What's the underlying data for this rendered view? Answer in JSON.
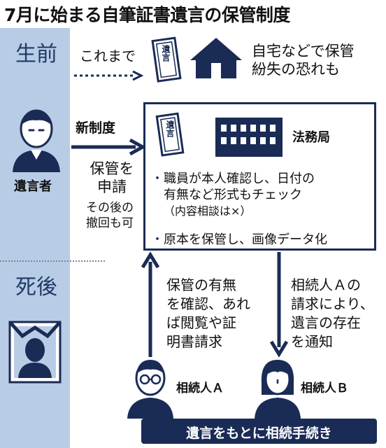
{
  "title": "7月に始まる自筆証書遺言の保管制度",
  "side_labels": {
    "before": "生前",
    "after": "死後"
  },
  "top_row": {
    "so_far": "これまで",
    "will_label": "遺言",
    "home_text_1": "自宅などで保管",
    "home_text_2": "紛失の恐れも"
  },
  "new_system": {
    "label": "新制度",
    "apply_1": "保管を",
    "apply_2": "申請",
    "withdraw_1": "その後の",
    "withdraw_2": "撤回も可"
  },
  "testator": "遺言者",
  "bureau_box": {
    "will_label": "遺言",
    "bureau": "法務局",
    "bullet1_line1": "職員が本人確認し、日付の",
    "bullet1_line2": "有無など形式もチェック",
    "bullet1_line3": "（内容相談は×）",
    "bullet2": "原本を保管し、画像データ化"
  },
  "after_death": {
    "confirm": [
      "保管の有無",
      "を確認、あれ",
      "ば閲覧や証",
      "明書請求"
    ],
    "notify": [
      "相続人Ａの",
      "請求により、",
      "遺言の存在",
      "を通知"
    ]
  },
  "heir_a": "相続人Ａ",
  "heir_b": "相続人Ｂ",
  "bottom_bar": "遺言をもとに相続手続き",
  "colors": {
    "navy": "#1a2b55",
    "band": "#b9cce6",
    "side_text": "#1f3a67"
  }
}
